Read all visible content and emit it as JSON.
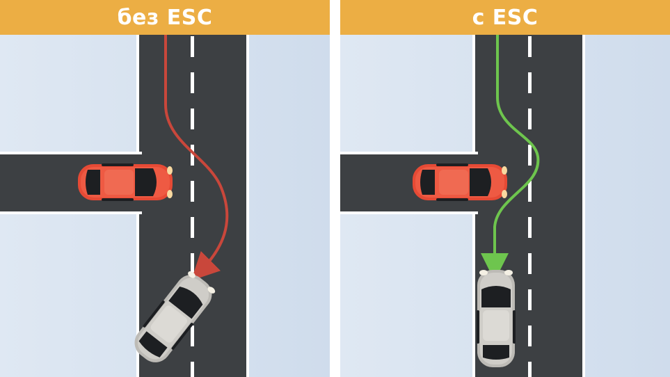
{
  "colors": {
    "header": "#ecae44",
    "background": "#d8e4f2",
    "road": "#3d4043",
    "road_edge": "#ffffff",
    "lane_marking": "#ffffff",
    "path_without_esc": "#c9473b",
    "path_with_esc": "#6ec54e",
    "car_red": "#e64a35",
    "car_silver": "#c4c2bd"
  },
  "panels": [
    {
      "id": "without-esc",
      "title": "без ESC"
    },
    {
      "id": "with-esc",
      "title": "с ESC"
    }
  ]
}
